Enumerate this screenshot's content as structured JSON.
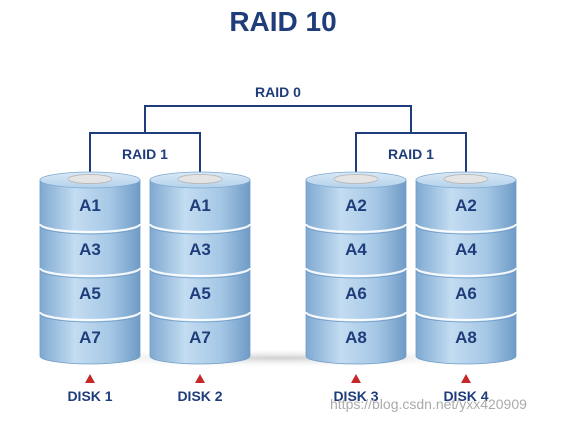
{
  "title": "RAID 10",
  "raid0_label": "RAID 0",
  "mirrors": [
    {
      "label": "RAID 1"
    },
    {
      "label": "RAID 1"
    }
  ],
  "disks": [
    {
      "label": "DISK 1",
      "blocks": [
        "A1",
        "A3",
        "A5",
        "A7"
      ]
    },
    {
      "label": "DISK 2",
      "blocks": [
        "A1",
        "A3",
        "A5",
        "A7"
      ]
    },
    {
      "label": "DISK 3",
      "blocks": [
        "A2",
        "A4",
        "A6",
        "A8"
      ]
    },
    {
      "label": "DISK 4",
      "blocks": [
        "A2",
        "A4",
        "A6",
        "A8"
      ]
    }
  ],
  "watermark": "https://blog.csdn.net/yxx420909",
  "colors": {
    "title_text": "#1f3d7a",
    "connector_line": "#1f3d7a",
    "disk_body": "#a9cbe8",
    "disk_top": "#c6ddf0",
    "spindle": "#e2e2e2",
    "arrow": "#c62828"
  }
}
